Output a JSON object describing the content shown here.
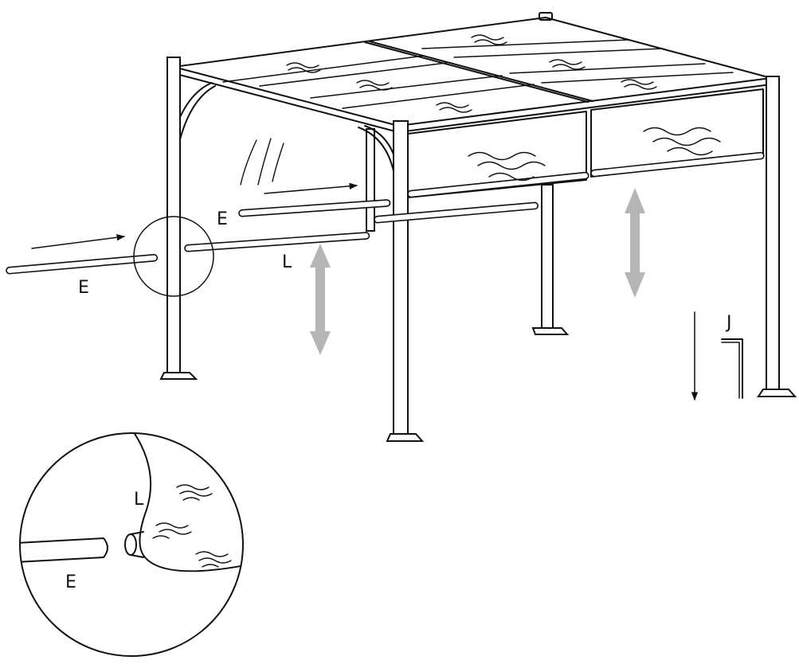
{
  "labels": {
    "rod": "E",
    "canopy": "L",
    "hook": "J"
  },
  "colors": {
    "line": "#111111",
    "movement_arrow": "#b5b5b5",
    "background": "#ffffff"
  },
  "icons": {
    "insert_direction": "arrow-right-icon",
    "adjust_height": "double-arrow-vertical-icon",
    "drop_direction": "arrow-down-icon"
  }
}
